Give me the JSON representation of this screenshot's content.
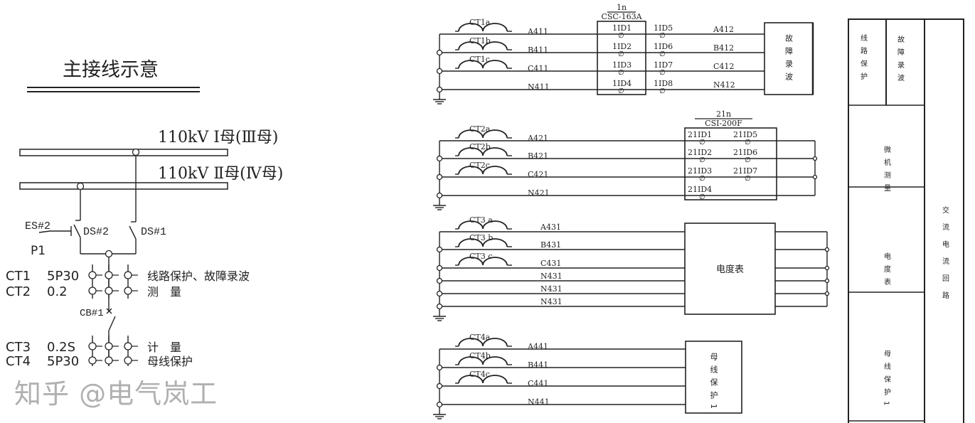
{
  "main_wiring": {
    "title": "主接线示意",
    "bus1_label": "110kV Ⅰ母(Ⅲ母)",
    "bus2_label": "110kV Ⅱ母(Ⅳ母)",
    "es2": "ES#2",
    "p1": "P1",
    "ds2": "DS#2",
    "ds1": "DS#1",
    "cb1": "CB#1",
    "cts": [
      {
        "name": "CT1",
        "class": "5P30",
        "use": "线路保护、故障录波"
      },
      {
        "name": "CT2",
        "class": "0.2",
        "use": "测　量"
      },
      {
        "name": "CT3",
        "class": "0.2S",
        "use": "计　量"
      },
      {
        "name": "CT4",
        "class": "5P30",
        "use": "母线保护"
      }
    ]
  },
  "groups": [
    {
      "coils": [
        "CT1a",
        "CT1b",
        "CT1c"
      ],
      "wires": [
        "A411",
        "B411",
        "C411",
        "N411"
      ],
      "box_title": "1n",
      "box_model": "CSC-163A",
      "terminals": [
        [
          "1ID1",
          "1ID5"
        ],
        [
          "1ID2",
          "1ID6"
        ],
        [
          "1ID3",
          "1ID7"
        ],
        [
          "1ID4",
          "1ID8"
        ]
      ],
      "out_wires": [
        "A412",
        "B412",
        "C412",
        "N412"
      ],
      "device": "故障录波"
    },
    {
      "coils": [
        "CT2a",
        "CT2b",
        "CT2c"
      ],
      "wires": [
        "A421",
        "B421",
        "C421",
        "N421"
      ],
      "box_title": "21n",
      "box_model": "CSI-200F",
      "terminals": [
        [
          "21ID1",
          "21ID5"
        ],
        [
          "21ID2",
          "21ID6"
        ],
        [
          "21ID3",
          "21ID7"
        ],
        [
          "21ID4",
          ""
        ]
      ]
    },
    {
      "coils": [
        "CT3  a",
        "CT3  b",
        "CT3  c"
      ],
      "wires": [
        "A431",
        "B431",
        "C431",
        "N431",
        "N431",
        "N431"
      ],
      "device": "电度表"
    },
    {
      "coils": [
        "CT4a",
        "CT4b",
        "CT4c"
      ],
      "wires": [
        "A441",
        "B441",
        "C441",
        "N441"
      ],
      "device": "母线保护1"
    }
  ],
  "side_table": {
    "cells": [
      "线路保护",
      "故障录波",
      "微机测量",
      "电度表",
      "母线保护1"
    ],
    "right_column": "交流电流回路"
  },
  "watermark": "知乎 @电气岚工"
}
